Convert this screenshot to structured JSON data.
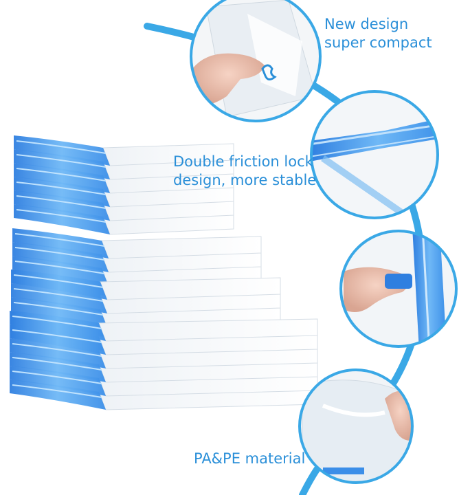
{
  "captions": {
    "feature1": {
      "line1": "New design",
      "line2": "super compact"
    },
    "feature2": {
      "line1": "Double friction lock",
      "line2": "design, more stable"
    },
    "feature3": {
      "line1": "PA&PE material"
    }
  },
  "colors": {
    "accent_blue": "#2a8fd8",
    "arc_blue": "#3aa8e6",
    "zipper_blue": "#4aa3f0",
    "bag_white": "#f7f9fb"
  },
  "icons": {
    "circle1": "fingers-peeling-bag-icon",
    "circle2": "double-zip-track-icon",
    "circle3": "fingers-pinching-zip-icon",
    "circle4": "hand-holding-bag-icon"
  }
}
